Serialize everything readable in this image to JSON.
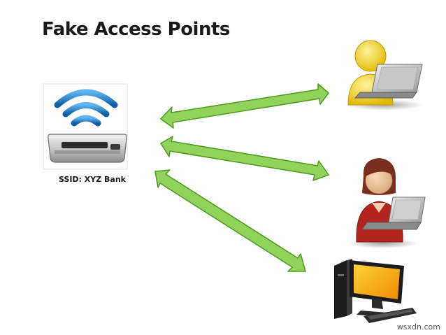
{
  "slide": {
    "title": "Fake Access Points"
  },
  "access_point": {
    "icon": "wifi-router-icon",
    "caption": "SSID: XYZ Bank"
  },
  "devices": [
    {
      "icon": "laptop-user-male-icon"
    },
    {
      "icon": "laptop-user-female-icon"
    },
    {
      "icon": "desktop-computer-icon"
    }
  ],
  "colors": {
    "arrow_fill": "#8fd35a",
    "arrow_stroke": "#4e9a1e",
    "wifi_blue": "#1e7fd0",
    "monitor_screen": "#ffb000"
  },
  "watermark": "wsxdn.com"
}
